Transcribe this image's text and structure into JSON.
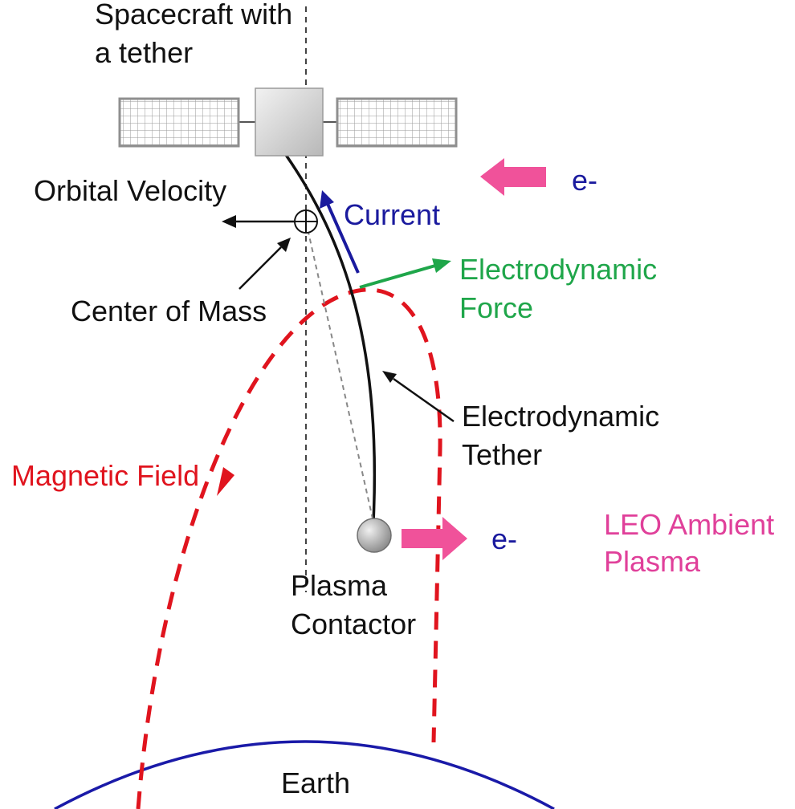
{
  "labels": {
    "spacecraft_line1": "Spacecraft with",
    "spacecraft_line2": "a tether",
    "orbital_velocity": "Orbital Velocity",
    "current": "Current",
    "center_of_mass": "Center of Mass",
    "force_line1": "Electrodynamic",
    "force_line2": "Force",
    "tether_line1": "Electrodynamic",
    "tether_line2": "Tether",
    "magnetic_field": "Magnetic Field",
    "electron_top": "e-",
    "electron_bottom": "e-",
    "plasma_line1": "LEO Ambient",
    "plasma_line2": "Plasma",
    "contactor_line1": "Plasma",
    "contactor_line2": "Contactor",
    "earth": "Earth"
  },
  "colors": {
    "text": "#111111",
    "current": "#1a1a9e",
    "force": "#1fa64a",
    "magnetic_field": "#e0141e",
    "electron_arrow": "#f0529a",
    "plasma_text": "#e0409a",
    "earth": "#1a1aa8",
    "spacecraft_body": "#c9c9c9",
    "solar_panel": "#8f8f8f"
  },
  "icons": {
    "center_of_mass": "crossed-circle-icon",
    "plasma_contactor": "sphere-icon",
    "spacecraft": "satellite-icon"
  }
}
